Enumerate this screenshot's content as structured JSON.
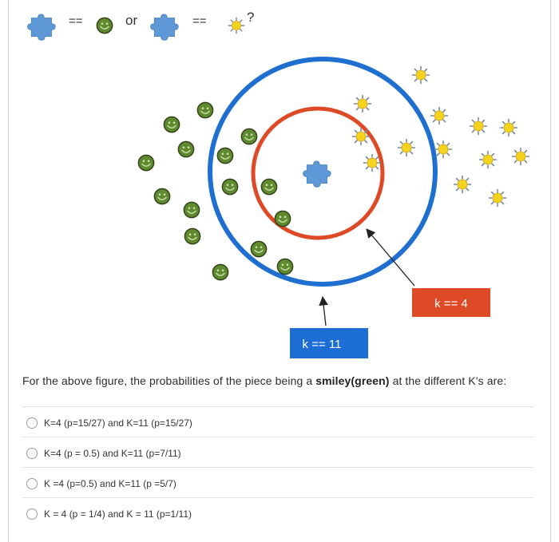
{
  "header": {
    "equals_1": "==",
    "or_text": "or",
    "equals_2": "==",
    "question_mark": "?"
  },
  "labels": {
    "k_small": "k == 4",
    "k_large": "k == 11"
  },
  "colors": {
    "blue": "#1f6fd1",
    "red": "#de4a26",
    "smiley_green": "#5f8a2e",
    "sun_yellow": "#f4d21f",
    "puzzle_blue": "#5e98d6",
    "label_red_bg": "#de4a26",
    "label_blue_bg": "#1d6ed4"
  },
  "icons": {
    "puzzle": "puzzle-piece-icon",
    "smiley": "smiley-icon",
    "sun": "sun-icon"
  },
  "question": {
    "text_before": "For the above figure, the probabilities of the piece being a ",
    "bold": "smiley(green)",
    "text_after": " at the different K's are:"
  },
  "options": [
    {
      "label": "K=4 (p=15/27) and K=11 (p=15/27)"
    },
    {
      "label": "K=4 (p = 0.5) and K=11 (p=7/11)"
    },
    {
      "label": "K =4 (p=0.5) and K=11 (p =5/7)"
    },
    {
      "label": "K = 4 (p = 1/4) and K = 11 (p=1/11)"
    }
  ]
}
